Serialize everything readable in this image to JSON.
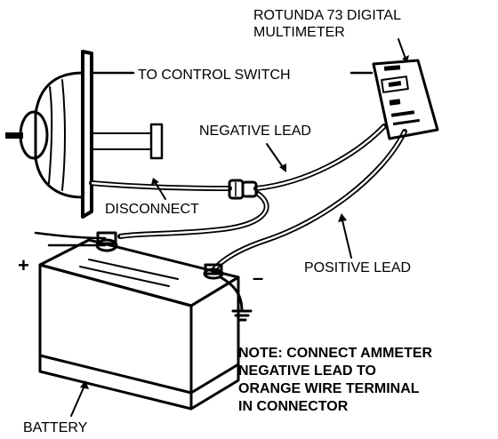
{
  "labels": {
    "meter_title_1": "ROTUNDA 73 DIGITAL",
    "meter_title_2": "MULTIMETER",
    "to_control_switch": "TO CONTROL SWITCH",
    "negative_lead": "NEGATIVE LEAD",
    "disconnect": "DISCONNECT",
    "positive_lead": "POSITIVE LEAD",
    "battery": "BATTERY",
    "plus_sign": "+",
    "minus_sign": "–"
  },
  "note": {
    "line1": "NOTE: CONNECT AMMETER",
    "line2": "NEGATIVE LEAD TO",
    "line3": "ORANGE WIRE TERMINAL",
    "line4": "IN CONNECTOR"
  },
  "colors": {
    "ink": "#000000",
    "paper": "#ffffff"
  }
}
